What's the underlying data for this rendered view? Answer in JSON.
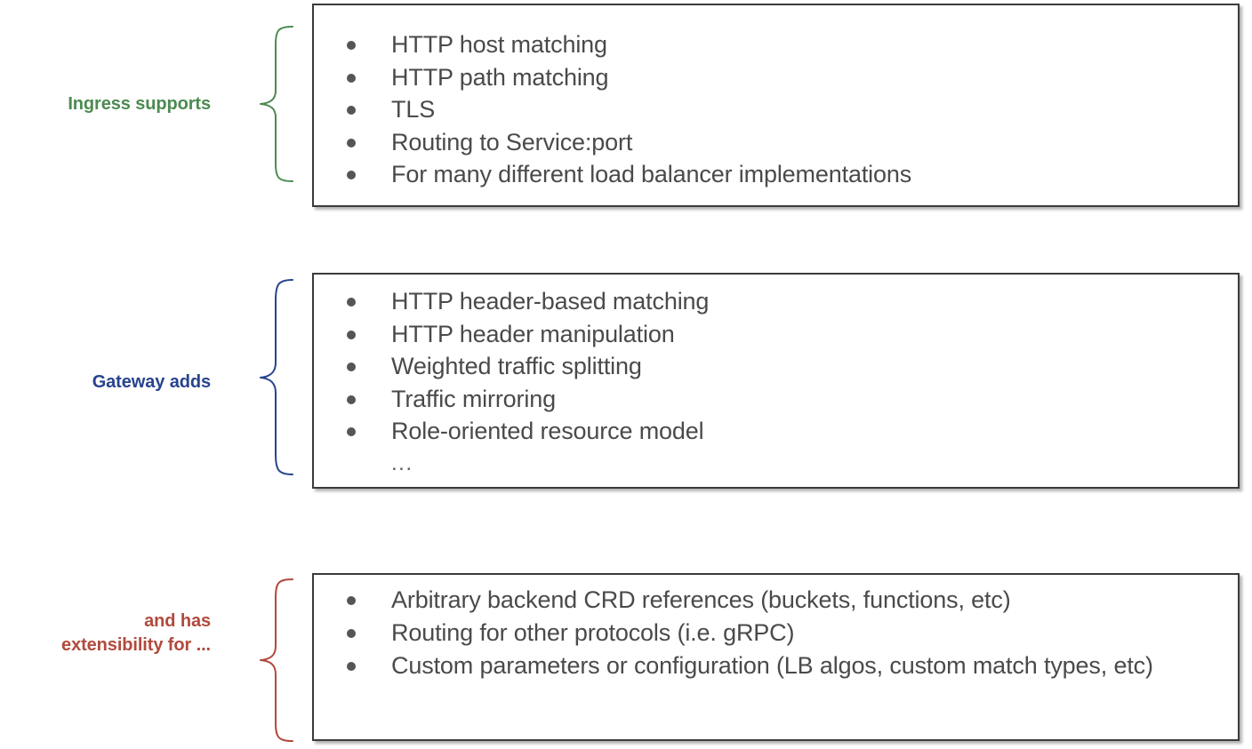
{
  "slide": {
    "background": "#ffffff",
    "box_border_color": "#3b3b3b",
    "bullet_text_color": "#4a4a4a",
    "bullet_dot_color": "#555555"
  },
  "groups": [
    {
      "id": "ingress",
      "label": "Ingress supports",
      "label_color": "#4c8a51",
      "brace_color": "#4c8a51",
      "items": [
        {
          "text": "HTTP host matching",
          "bullet": true
        },
        {
          "text": "HTTP path matching",
          "bullet": true
        },
        {
          "text": "TLS",
          "bullet": true
        },
        {
          "text": "Routing to Service:port",
          "bullet": true
        },
        {
          "text": "For many different load balancer implementations",
          "bullet": true
        }
      ]
    },
    {
      "id": "gateway",
      "label": "Gateway adds",
      "label_color": "#27438f",
      "brace_color": "#27438f",
      "items": [
        {
          "text": "HTTP header-based matching",
          "bullet": true
        },
        {
          "text": "HTTP header manipulation",
          "bullet": true
        },
        {
          "text": "Weighted traffic splitting",
          "bullet": true
        },
        {
          "text": "Traffic mirroring",
          "bullet": true
        },
        {
          "text": "Role-oriented resource model",
          "bullet": true
        },
        {
          "text": "...",
          "bullet": false
        }
      ]
    },
    {
      "id": "extensibility",
      "label": "and has\nextensibility for ...",
      "label_color": "#b14a3d",
      "brace_color": "#b14a3d",
      "items": [
        {
          "text": "Arbitrary backend CRD references (buckets, functions, etc)",
          "bullet": true
        },
        {
          "text": "Routing for other protocols (i.e. gRPC)",
          "bullet": true
        },
        {
          "text": "Custom parameters or configuration (LB algos, custom match types, etc)",
          "bullet": true
        }
      ]
    }
  ]
}
